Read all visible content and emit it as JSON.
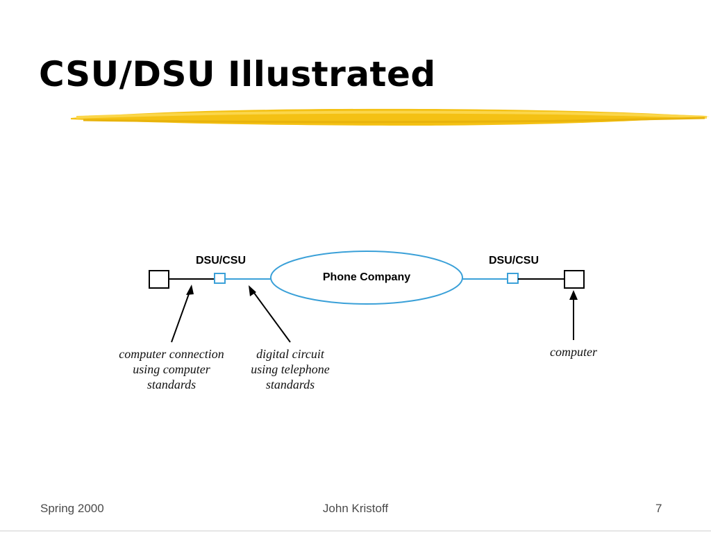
{
  "slide": {
    "title": "CSU/DSU Illustrated"
  },
  "diagram": {
    "left_device_label": "DSU/CSU",
    "right_device_label": "DSU/CSU",
    "cloud_label": "Phone Company",
    "annotation_left": [
      "computer connection",
      "using computer",
      "standards"
    ],
    "annotation_middle": [
      "digital circuit",
      "using telephone",
      "standards"
    ],
    "annotation_right": [
      "computer"
    ]
  },
  "footer": {
    "left": "Spring 2000",
    "center": "John Kristoff",
    "page": "7"
  },
  "colors": {
    "accent_stroke": "#f5c518",
    "circuit_line": "#3aa0d8",
    "ink": "#000000"
  }
}
